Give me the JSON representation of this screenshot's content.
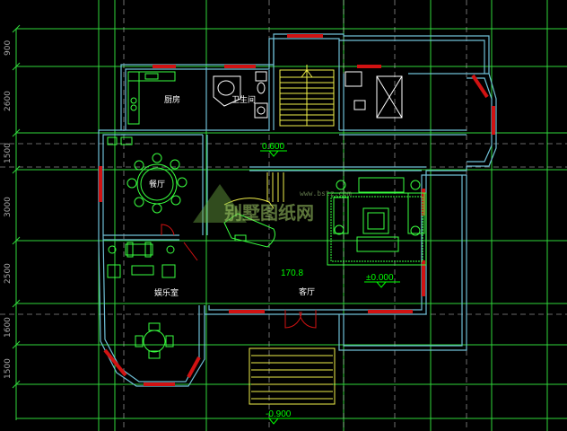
{
  "dimensions_left": [
    "900",
    "2600",
    "1500",
    "3000",
    "2500",
    "1600",
    "1500"
  ],
  "rooms": {
    "kitchen": "厨房",
    "bathroom": "卫生间",
    "dining": "餐厅",
    "entertainment": "娱乐室",
    "living": "客厅"
  },
  "levels": {
    "upper": "0.600",
    "living": "±0.000",
    "entry": "-0.900",
    "area": "170.8"
  },
  "watermark": {
    "text": "别墅图纸网",
    "url": "www.bstz.com"
  },
  "colors": {
    "background": "#000000",
    "wall": "#6fbfd6",
    "grid": "#2fd63a",
    "window": "#d11212",
    "furniture": "#39ff3f",
    "stair": "#f0f04a",
    "axis_dash": "#c8c8c8"
  }
}
